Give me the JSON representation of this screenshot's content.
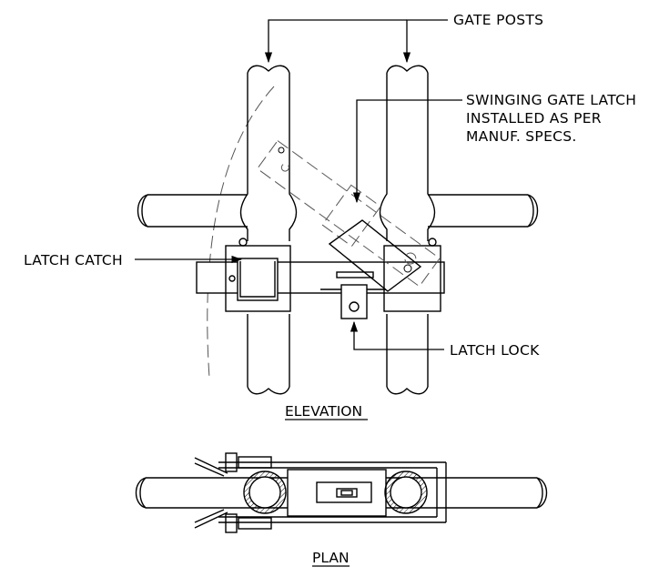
{
  "labels": {
    "gate_posts": "GATE POSTS",
    "swinging_gate_latch": [
      "SWINGING GATE LATCH",
      "INSTALLED AS PER",
      "MANUF. SPECS."
    ],
    "latch_catch": "LATCH CATCH",
    "latch_lock": "LATCH LOCK"
  },
  "views": {
    "elevation": "ELEVATION",
    "plan": "PLAN"
  }
}
